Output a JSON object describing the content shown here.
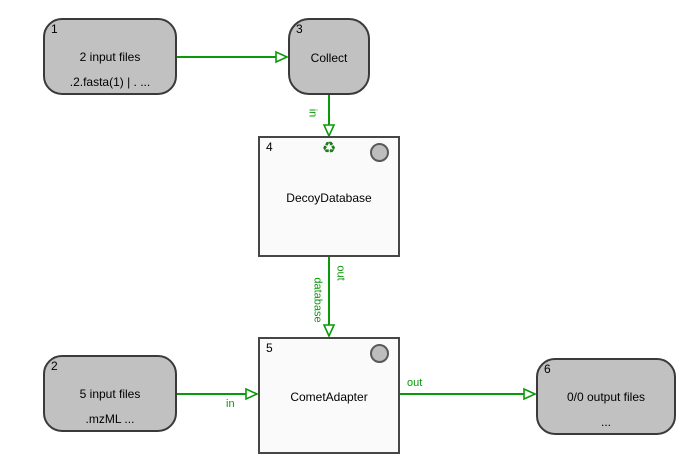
{
  "canvas": {
    "background": "#ffffff"
  },
  "colors": {
    "edge_green": "#089a08",
    "node_gray_fill": "#c1c1c1",
    "node_white_fill": "#fafafa",
    "node_border": "#3a3a3a",
    "status_circle_fill": "#bdbdbd",
    "text": "#000000"
  },
  "icons": {
    "recycle_glyph": "♻"
  },
  "nodes": [
    {
      "id": "1",
      "kind": "input-files",
      "label": "2 input files",
      "sublabel": ".2.fasta(1) | . ..."
    },
    {
      "id": "2",
      "kind": "input-files",
      "label": "5 input files",
      "sublabel": ".mzML ..."
    },
    {
      "id": "3",
      "kind": "collect",
      "label": "Collect"
    },
    {
      "id": "4",
      "kind": "tool",
      "label": "DecoyDatabase"
    },
    {
      "id": "5",
      "kind": "tool",
      "label": "CometAdapter"
    },
    {
      "id": "6",
      "kind": "output-files",
      "label": "0/0 output files",
      "sublabel": "..."
    }
  ],
  "edges": {
    "e1_3": {
      "from": "1",
      "to": "3"
    },
    "e3_4": {
      "from": "3",
      "to": "4",
      "target_port": "in"
    },
    "e4_5": {
      "from": "4",
      "to": "5",
      "source_port": "out",
      "target_port": "database"
    },
    "e2_5": {
      "from": "2",
      "to": "5",
      "target_port": "in"
    },
    "e5_6": {
      "from": "5",
      "to": "6",
      "source_port": "out"
    }
  }
}
